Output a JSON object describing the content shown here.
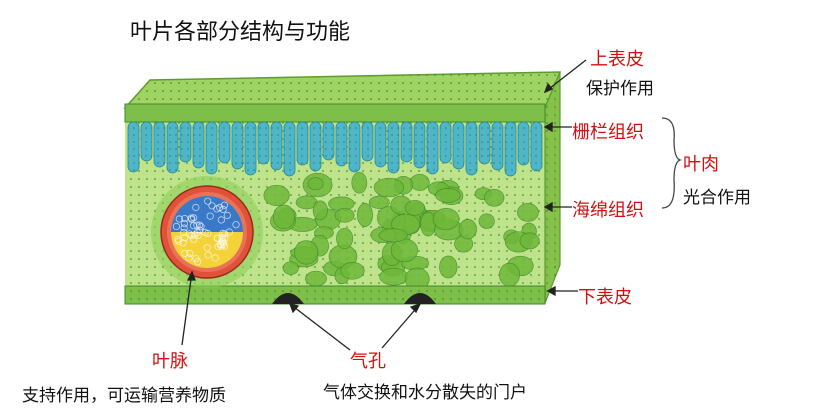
{
  "title": "叶片各部分结构与功能",
  "labels": {
    "upper_epidermis": "上表皮",
    "upper_function": "保护作用",
    "palisade": "栅栏组织",
    "mesophyll": "叶肉",
    "mesophyll_function": "光合作用",
    "spongy": "海绵组织",
    "lower_epidermis": "下表皮",
    "vein": "叶脉",
    "vein_function": "支持作用，可运输营养物质",
    "stoma": "气孔",
    "stoma_function": "气体交换和水分散失的门户"
  },
  "colors": {
    "label_red": "#d01010",
    "text_black": "#111111",
    "leaf_green": "#8cc63f",
    "palisade_cyan": "#4fb6c8",
    "vein_red": "#e0523a",
    "xylem_blue": "#3a78c8",
    "phloem_yellow": "#f2c82a"
  }
}
